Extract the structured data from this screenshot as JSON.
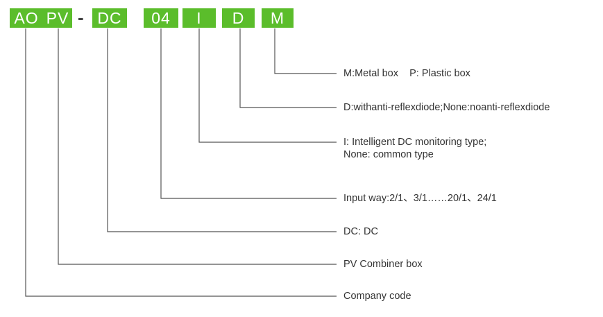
{
  "code": {
    "segments": [
      "AO",
      "PV",
      "DC",
      "04",
      "I",
      "D",
      "M"
    ],
    "separator": "-"
  },
  "descriptions": {
    "m": "M:Metal box    P: Plastic box",
    "d": "D:withanti-reflexdiode;None:noanti-reflexdiode",
    "i_line1": "I: Intelligent DC monitoring type;",
    "i_line2": "None: common type",
    "input": "Input way:2/1、3/1……20/1、24/1",
    "dc": "DC: DC",
    "pv": "PV Combiner box",
    "company": "Company code"
  },
  "colors": {
    "box_fill": "#5bbd2b",
    "box_text": "#ffffff",
    "line": "#555555",
    "text": "#333333"
  }
}
